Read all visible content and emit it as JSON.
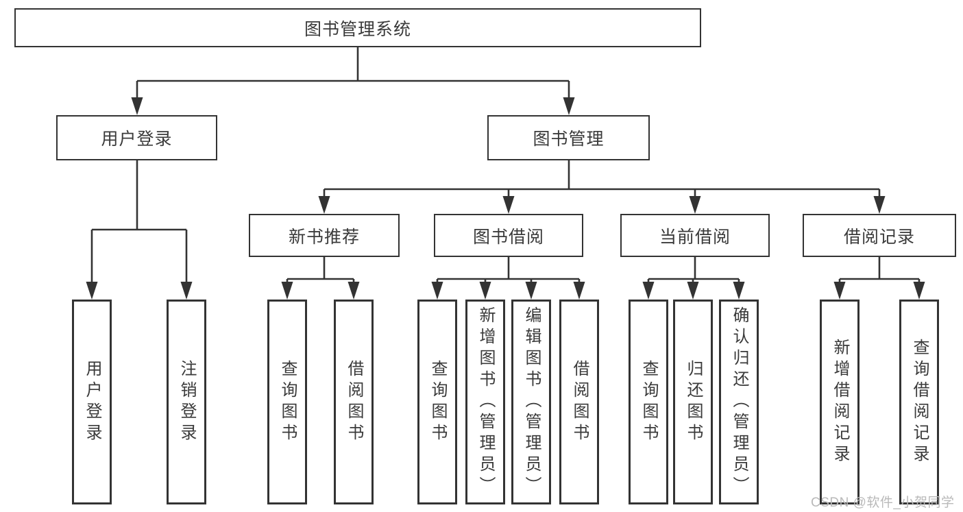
{
  "diagram": {
    "title": "图书管理系统",
    "colors": {
      "background": "#ffffff",
      "line": "#333333",
      "box_border": "#333333",
      "text": "#3a3a3a",
      "watermark": "#b9b9b9"
    },
    "nodes": {
      "root": "图书管理系统",
      "user_login": "用户登录",
      "book_management": "图书管理",
      "new_book_recommend": "新书推荐",
      "book_borrowing": "图书借阅",
      "current_borrowing": "当前借阅",
      "borrowing_records": "借阅记录",
      "leaf_user_login": "用户登录",
      "leaf_logout": "注销登录",
      "leaf_nb_query": "查询图书",
      "leaf_nb_borrow": "借阅图书",
      "leaf_bb_query": "查询图书",
      "leaf_bb_add": "新增图书（管理员）",
      "leaf_bb_edit": "编辑图书（管理员）",
      "leaf_bb_borrow": "借阅图书",
      "leaf_cb_query": "查询图书",
      "leaf_cb_return": "归还图书",
      "leaf_cb_confirm": "确认归还（管理员）",
      "leaf_br_add": "新增借阅记录",
      "leaf_br_query": "查询借阅记录"
    },
    "hierarchy": {
      "图书管理系统": {
        "用户登录": [
          "用户登录",
          "注销登录"
        ],
        "图书管理": {
          "新书推荐": [
            "查询图书",
            "借阅图书"
          ],
          "图书借阅": [
            "查询图书",
            "新增图书（管理员）",
            "编辑图书（管理员）",
            "借阅图书"
          ],
          "当前借阅": [
            "查询图书",
            "归还图书",
            "确认归还（管理员）"
          ],
          "借阅记录": [
            "新增借阅记录",
            "查询借阅记录"
          ]
        }
      }
    },
    "watermark": "CSDN @软件_小贺同学"
  }
}
